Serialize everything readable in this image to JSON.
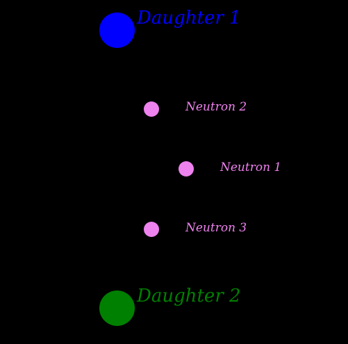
{
  "colors": {
    "background": "#000000",
    "daughter_1": "#0000ff",
    "daughter_2": "#008000",
    "neutron": "#ee82ee"
  },
  "particles": {
    "daughter_1": {
      "label": "Daughter 1"
    },
    "neutron_2": {
      "label": "Neutron 2"
    },
    "neutron_1": {
      "label": "Neutron 1"
    },
    "neutron_3": {
      "label": "Neutron 3"
    },
    "daughter_2": {
      "label": "Daughter 2"
    }
  }
}
